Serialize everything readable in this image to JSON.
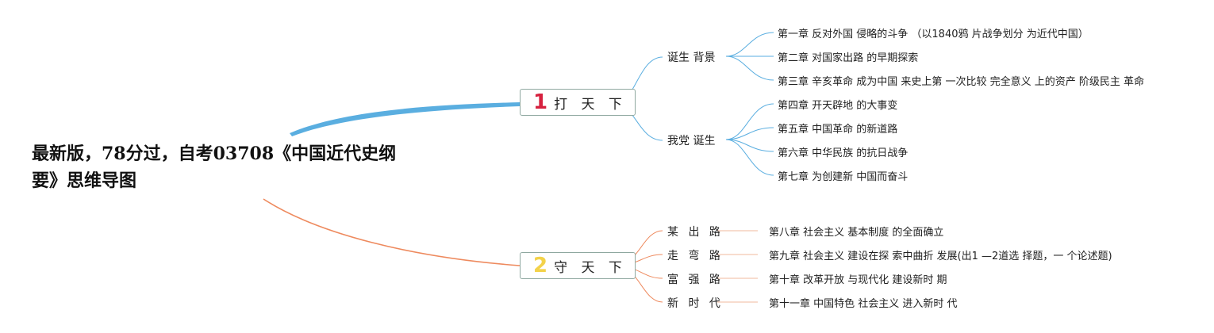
{
  "root": {
    "title": "最新版，78分过，自考03708《中国近代史纲要》思维导图"
  },
  "colors": {
    "blue": "#5aaee0",
    "orange": "#ee8a5e",
    "num1": "#d6213f",
    "num2": "#f3d24a"
  },
  "branches": [
    {
      "num": "1",
      "label": "打 天 下",
      "color": "#5aaee0",
      "groups": [
        {
          "label": "诞生 背景",
          "leaves": [
            "第一章 反对外国 侵略的斗争 （以1840鸦 片战争划分 为近代中国）",
            "第二章 对国家出路 的早期探索",
            "第三章 辛亥革命 成为中国 来史上第 一次比较 完全意义 上的资产 阶级民主 革命"
          ]
        },
        {
          "label": "我党 诞生",
          "leaves": [
            "第四章 开天辟地 的大事变",
            "第五章 中国革命 的新道路",
            "第六章 中华民族 的抗日战争",
            "第七章 为创建新 中国而奋斗"
          ]
        }
      ]
    },
    {
      "num": "2",
      "label": "守 天 下",
      "color": "#ee8a5e",
      "groups": [
        {
          "label": "某 出 路",
          "leaves": [
            "第八章 社会主义 基本制度 的全面确立"
          ]
        },
        {
          "label": "走 弯 路",
          "leaves": [
            "第九章 社会主义 建设在探 索中曲折 发展(出1 —2道选 择题，一 个论述题)"
          ]
        },
        {
          "label": "富 强 路",
          "leaves": [
            "第十章 改革开放 与现代化 建设新时 期"
          ]
        },
        {
          "label": "新 时 代",
          "leaves": [
            "第十一章 中国特色 社会主义 进入新时 代"
          ]
        }
      ]
    }
  ]
}
